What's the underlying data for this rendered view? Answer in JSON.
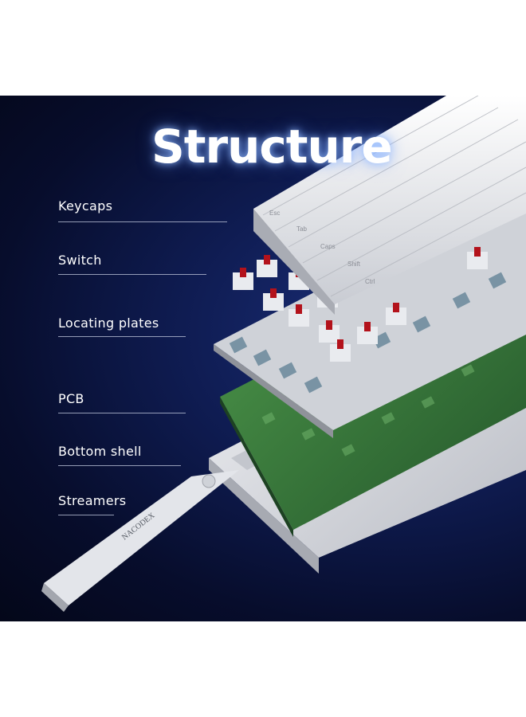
{
  "title": "Structure",
  "parts": [
    {
      "label": "Keycaps"
    },
    {
      "label": "Switch"
    },
    {
      "label": "Locating plates"
    },
    {
      "label": "PCB"
    },
    {
      "label": "Bottom shell"
    },
    {
      "label": "Streamers"
    }
  ],
  "brand": "NACODEX",
  "keycap_legends": [
    "Esc",
    "Tab",
    "Caps",
    "Shift",
    "Ctrl"
  ],
  "colors": {
    "background": "#0a1440",
    "keycap": "#e9ebef",
    "switch_stem": "#b3121b",
    "pcb": "#3f7f3e",
    "plate": "#c9ccd2",
    "shell": "#dcdee3"
  }
}
